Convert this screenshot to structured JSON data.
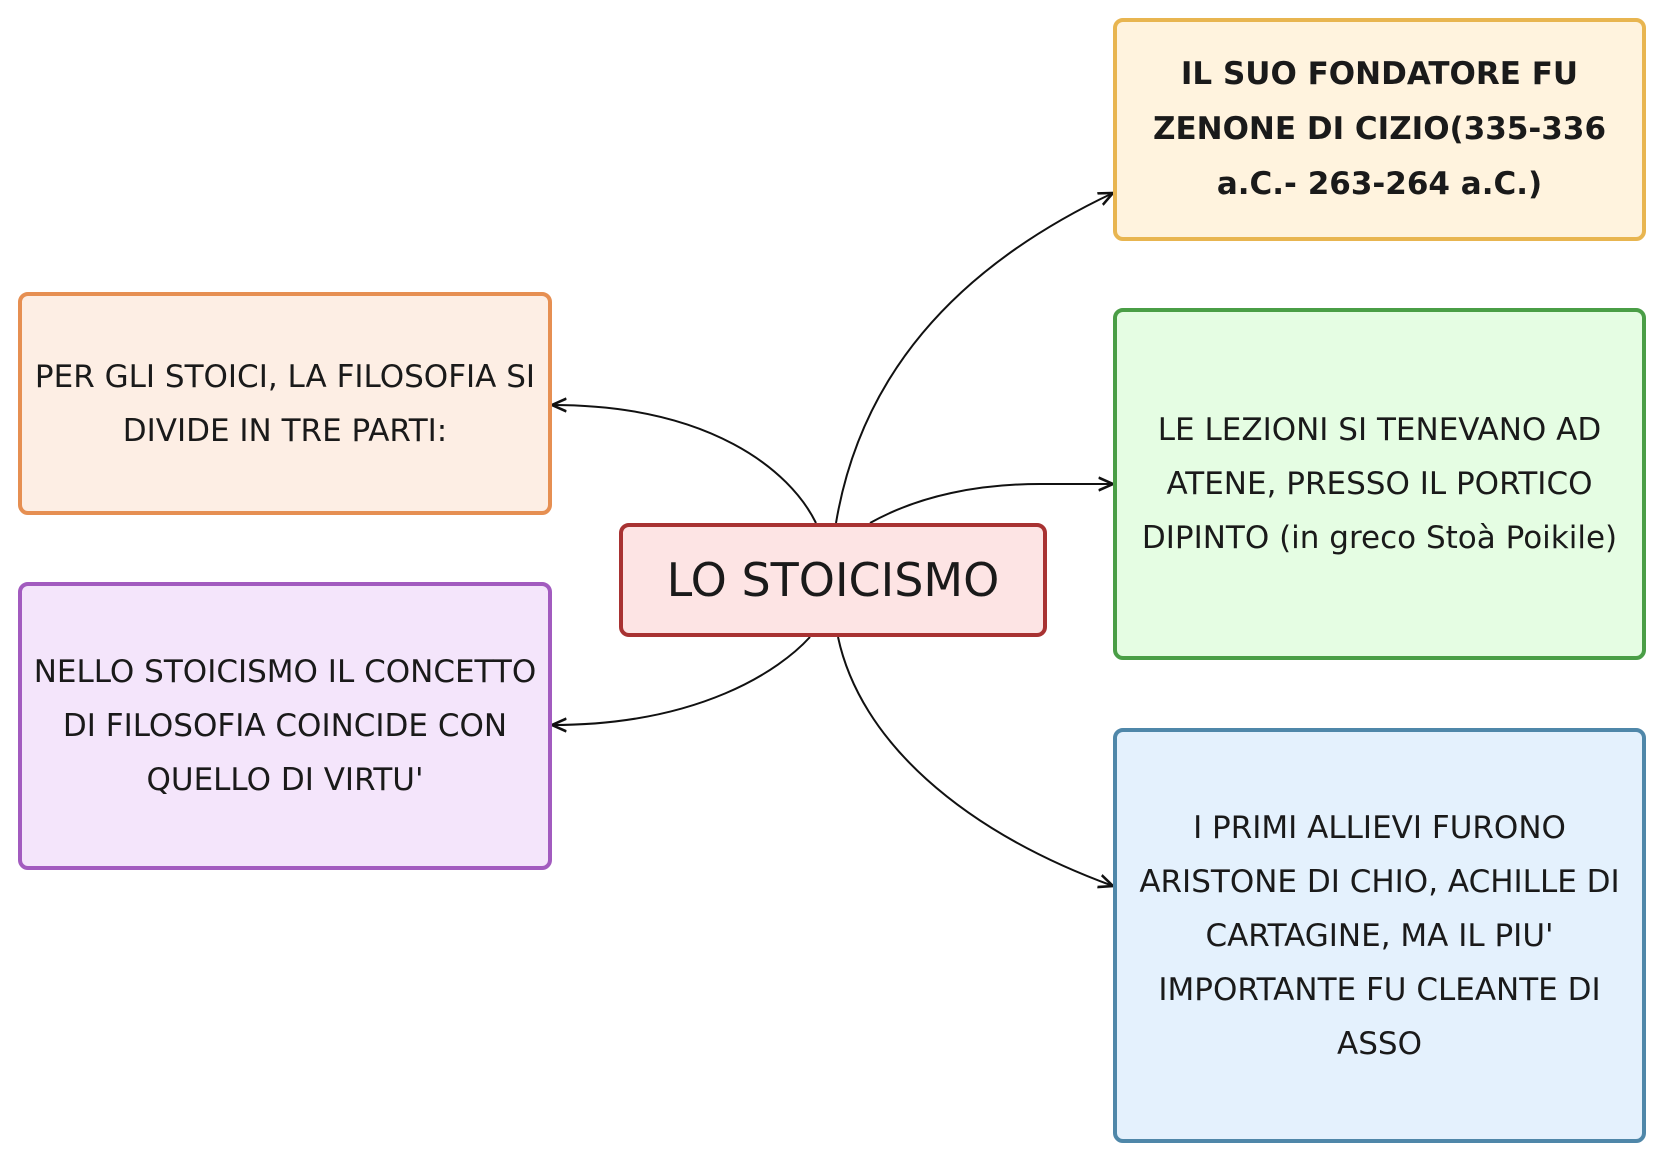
{
  "central": {
    "label": "LO STOICISMO",
    "border": "#a83232",
    "fill": "#fde4e4"
  },
  "nodes": {
    "founder": {
      "text": "IL SUO FONDATORE FU ZENONE DI CIZIO(335-336 a.C.- 263-264 a.C.)",
      "border": "#e8b550",
      "fill": "#fff3de"
    },
    "lessons": {
      "text": "LE LEZIONI SI TENEVANO AD ATENE, PRESSO IL PORTICO DIPINTO (in greco Stoà Poikile)",
      "border": "#4a9e46",
      "fill": "#e5fde3"
    },
    "students": {
      "text": "I PRIMI ALLIEVI FURONO ARISTONE DI CHIO, ACHILLE DI CARTAGINE, MA IL PIU' IMPORTANTE FU CLEANTE DI ASSO",
      "border": "#4f87a9",
      "fill": "#e4f1fd"
    },
    "parts": {
      "text": "PER GLI STOICI, LA FILOSOFIA SI DIVIDE IN TRE PARTI:",
      "border": "#e68f52",
      "fill": "#fdeee4"
    },
    "virtue": {
      "text": "NELLO STOICISMO IL CONCETTO DI FILOSOFIA COINCIDE CON QUELLO DI VIRTU'",
      "border": "#a25bbf",
      "fill": "#f4e5fb"
    }
  },
  "edge_color": "#111111"
}
